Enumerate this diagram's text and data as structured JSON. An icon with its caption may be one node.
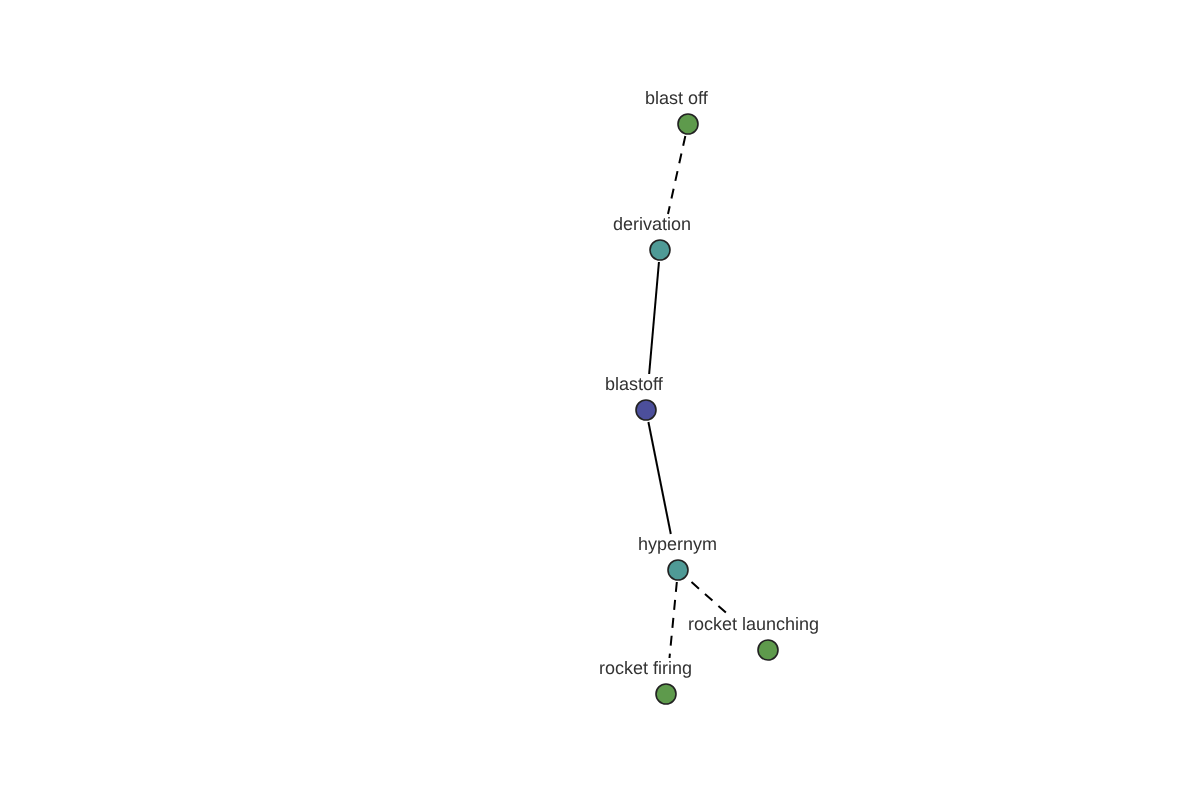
{
  "diagram": {
    "nodes": [
      {
        "text": [
          "blast off"
        ]
      },
      {
        "text": [
          "derivation"
        ]
      },
      {
        "text": [
          "blastoff"
        ]
      },
      {
        "text": [
          "hypernym"
        ]
      },
      {
        "text": [
          "rocket launching"
        ]
      },
      {
        "text": [
          "rocket firing"
        ]
      }
    ],
    "edges": [
      {
        "from": 0,
        "to": 1,
        "arrow": "none",
        "style": "dashed"
      },
      {
        "from": 1,
        "to": 2,
        "arrow": "none"
      },
      {
        "from": 2,
        "to": 3,
        "arrow": "none"
      },
      {
        "from": 3,
        "to": 4,
        "arrow": "none",
        "style": "dashed"
      },
      {
        "from": 3,
        "to": 5,
        "arrow": "none",
        "style": "dashed"
      }
    ]
  }
}
